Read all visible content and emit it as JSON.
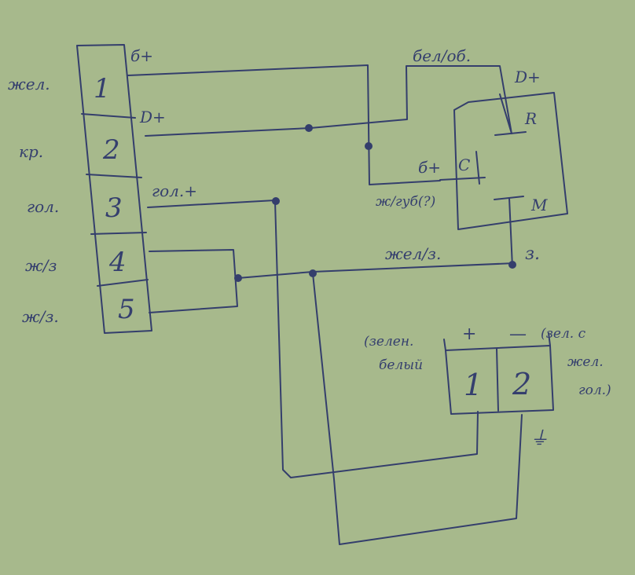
{
  "colors": {
    "paper": "#a7b98c",
    "ink": "#343e6c",
    "paper_shade": "#9cae80"
  },
  "connector_left": {
    "pins": [
      {
        "number": "1",
        "wire_color": "жел."
      },
      {
        "number": "2",
        "wire_color": "кр."
      },
      {
        "number": "3",
        "wire_color": "гол."
      },
      {
        "number": "4",
        "wire_color": "ж/з"
      },
      {
        "number": "5",
        "wire_color": "ж/з."
      }
    ],
    "terminal_labels": [
      "б+",
      "D+",
      "гол.+"
    ]
  },
  "relay": {
    "terminals": [
      "D+",
      "R",
      "б+",
      "C",
      "M"
    ],
    "wire_labels": [
      "бел/об.",
      "ж/губ(?)"
    ],
    "ground_label": "з."
  },
  "wire_labels": {
    "yellow_green": "жел/з."
  },
  "connector_bottom": {
    "pins": [
      "1",
      "2"
    ],
    "polarity": [
      "+",
      "—"
    ],
    "left_note": [
      "(зелен.",
      "белый"
    ],
    "right_note": [
      "(зел. с",
      "жел.",
      "гол.)"
    ],
    "ground_mark": "⏚"
  }
}
